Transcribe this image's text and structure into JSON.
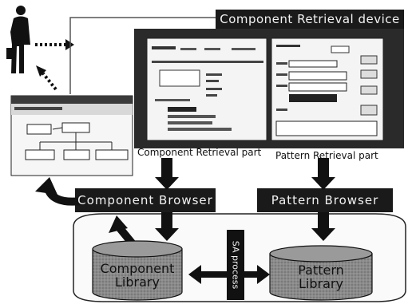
{
  "device": {
    "label": "Component Retrieval device"
  },
  "parts": {
    "component": "Component Retrieval part",
    "pattern": "Pattern Retrieval part"
  },
  "browsers": {
    "component": "Component Browser",
    "pattern": "Pattern Browser"
  },
  "libraries": {
    "component": [
      "Component",
      "Library"
    ],
    "pattern": [
      "Pattern",
      "Library"
    ]
  },
  "link": {
    "label": "SA process"
  },
  "colors": {
    "dark": "#111111",
    "bar": "#1a1a1a",
    "cylinder": "#8c8c8c",
    "window": "#f4f4f4"
  }
}
